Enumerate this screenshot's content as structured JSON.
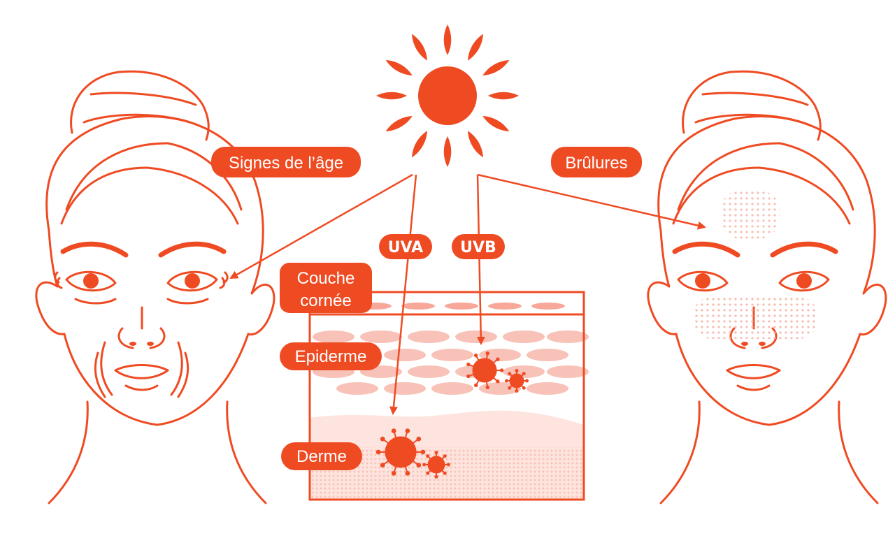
{
  "colors": {
    "accent": "#ef4b23",
    "light": "#f8c2b8",
    "pale": "#fde4de",
    "background": "#ffffff"
  },
  "labels": {
    "aging_signs": "Signes de l’âge",
    "burns": "Brûlures",
    "uva": "UVA",
    "uvb": "UVB",
    "stratum_corneum_line1": "Couche",
    "stratum_corneum_line2": "cornée",
    "epidermis": "Epiderme",
    "dermis": "Derme"
  },
  "icons": {
    "sun": "sun-icon",
    "skin_damage": "virus-burst-icon"
  }
}
